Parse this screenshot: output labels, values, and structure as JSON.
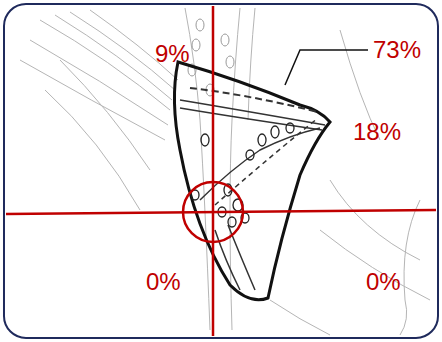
{
  "diagram": {
    "labels": [
      "9%",
      "73%",
      "18%",
      "0%",
      "0%"
    ]
  }
}
